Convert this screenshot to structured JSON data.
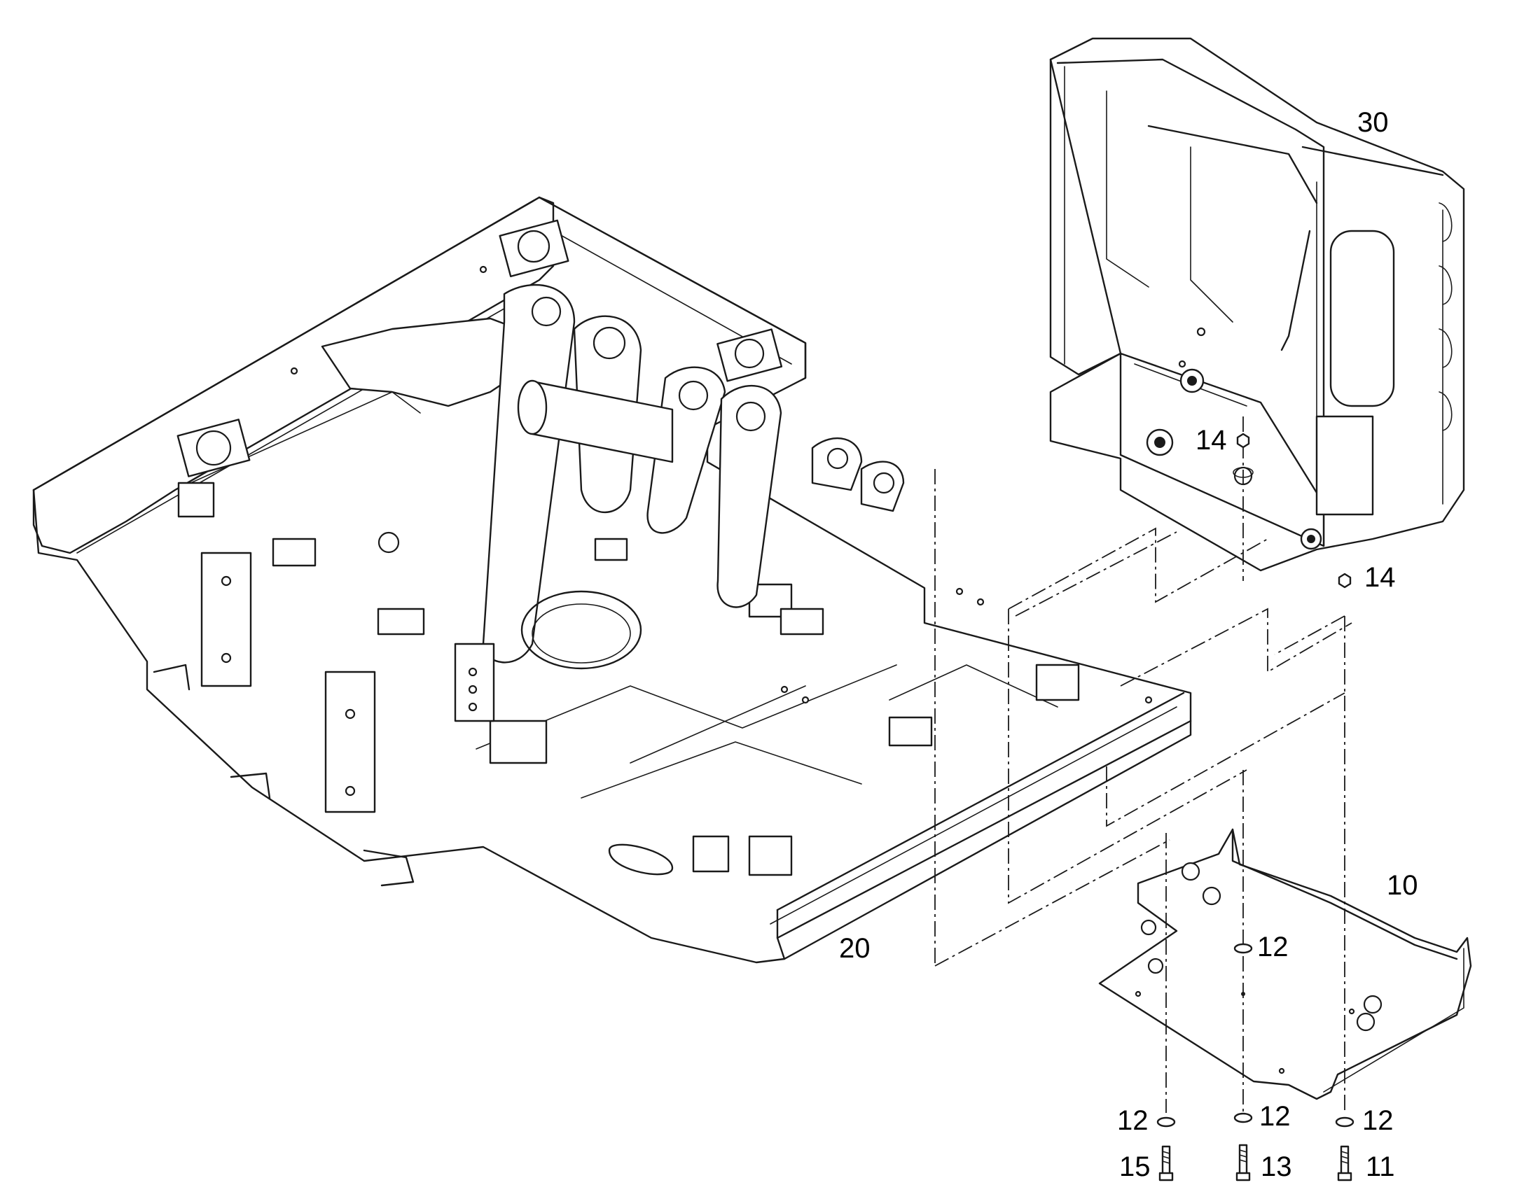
{
  "callouts": {
    "c30": "30",
    "c14_top": "14",
    "c14_right": "14",
    "c10": "10",
    "c20": "20",
    "c12_mid": "12",
    "c12_bl": "12",
    "c12_bm": "12",
    "c12_br": "12",
    "c15": "15",
    "c13": "13",
    "c11": "11"
  }
}
